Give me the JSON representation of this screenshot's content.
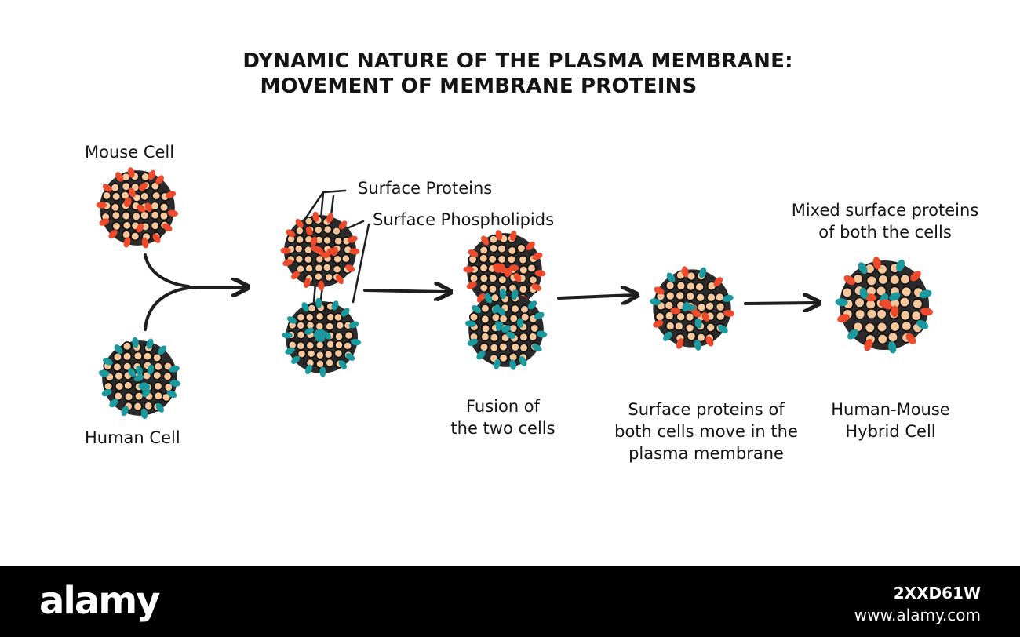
{
  "title": {
    "line1": "DYNAMIC NATURE OF THE PLASMA MEMBRANE:",
    "line2": "MOVEMENT OF MEMBRANE PROTEINS"
  },
  "labels": {
    "mouse_cell": "Mouse Cell",
    "human_cell": "Human Cell",
    "surface_proteins": "Surface Proteins",
    "surface_phospholipids": "Surface Phospholipids",
    "fusion_line1": "Fusion of",
    "fusion_line2": "the two cells",
    "moving_line1": "Surface proteins of",
    "moving_line2": "both cells move in the",
    "moving_line3": "plasma membrane",
    "mixed_line1": "Mixed surface proteins",
    "mixed_line2": "of both the cells",
    "hybrid_line1": "Human-Mouse",
    "hybrid_line2": "Hybrid Cell"
  },
  "footer": {
    "logo": "alamy",
    "image_id": "2XXD61W",
    "site": "www.alamy.com"
  },
  "colors": {
    "mouse_protein": "#ee4a2c",
    "human_protein": "#1a9a9e",
    "phospholipid": "#f6c79a",
    "membrane_outline": "#111111"
  }
}
